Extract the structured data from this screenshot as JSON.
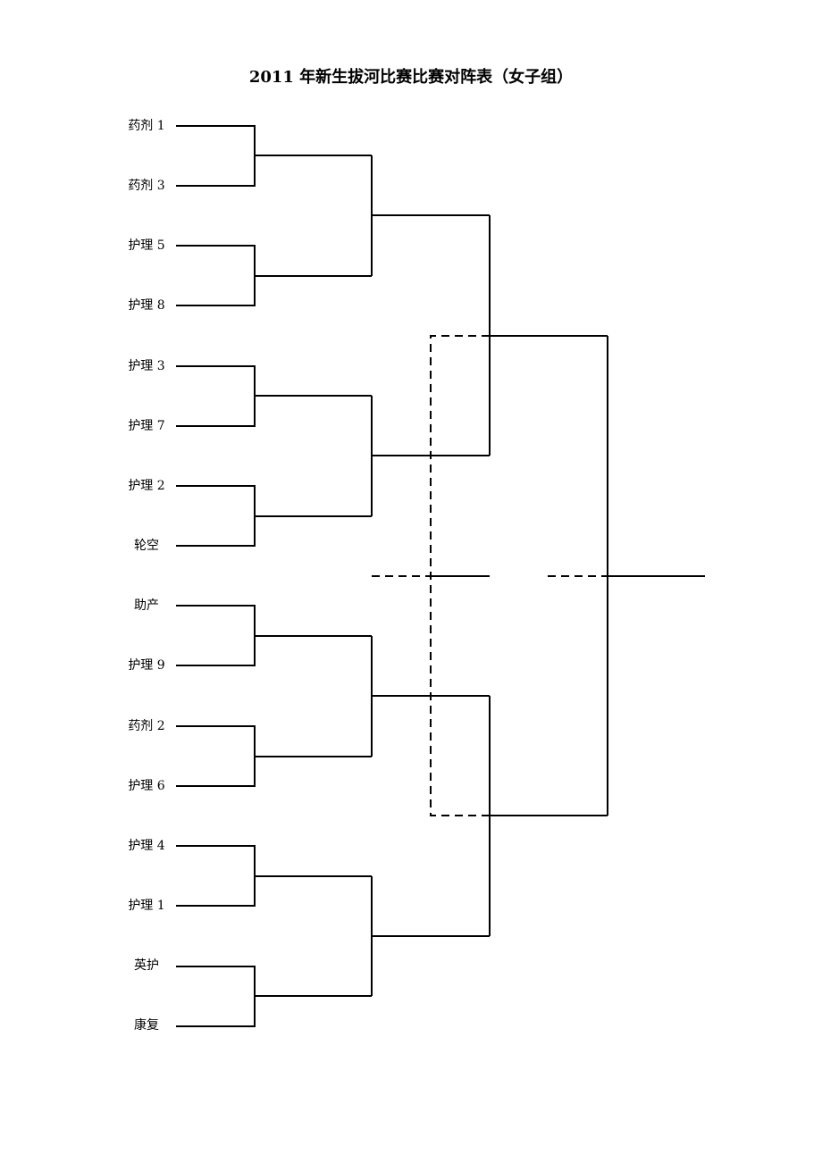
{
  "title": "2011 年新生拔河比赛比赛对阵表（女子组）",
  "teams": [
    "药剂 1",
    "药剂 3",
    "护理 5",
    "护理 8",
    "护理 3",
    "护理 7",
    "护理 2",
    "轮空",
    "助产",
    "护理 9",
    "药剂 2",
    "护理 6",
    "护理 4",
    "护理 1",
    "英护",
    "康复"
  ],
  "colors": {
    "line": "#000000",
    "text": "#000000",
    "background": "#ffffff"
  }
}
